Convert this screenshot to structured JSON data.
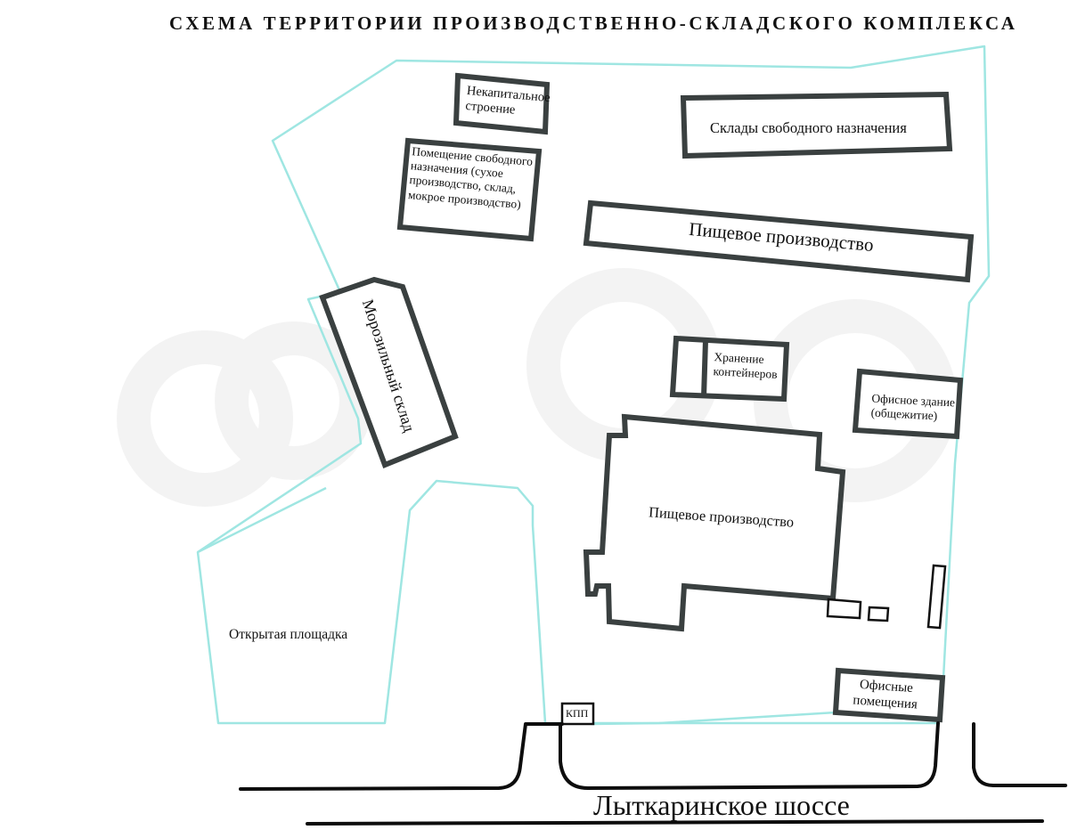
{
  "title": "СХЕМА ТЕРРИТОРИИ ПРОИЗВОДСТВЕННО-СКЛАДСКОГО КОМПЛЕКСА",
  "colors": {
    "boundary": "#9fe6e2",
    "building_outline": "#3a4040",
    "road": "#0d0d0d",
    "text": "#111111",
    "background": "#ffffff"
  },
  "buildings": {
    "nonpermanent": {
      "label_line1": "Некапитальное",
      "label_line2": "строение"
    },
    "free_purpose_room": {
      "label_line1": "Помещение свободного",
      "label_line2": "назначения (сухое",
      "label_line3": "производство, склад,",
      "label_line4": "мокрое производство)"
    },
    "free_warehouses": {
      "label": "Склады свободного назначения"
    },
    "food_production_long": {
      "label": "Пищевое производство"
    },
    "freezer_warehouse": {
      "label": "Морозильный склад"
    },
    "container_storage": {
      "label_line1": "Хранение",
      "label_line2": "контейнеров"
    },
    "office_dormitory": {
      "label_line1": "Офисное здание",
      "label_line2": "(общежитие)"
    },
    "food_production_main": {
      "label": "Пищевое производство"
    },
    "office_rooms": {
      "label_line1": "Офисные",
      "label_line2": "помещения"
    },
    "checkpoint": {
      "label": "КПП"
    }
  },
  "zones": {
    "open_area": {
      "label": "Открытая площадка"
    }
  },
  "road": {
    "label": "Лыткаринское шоссе"
  }
}
